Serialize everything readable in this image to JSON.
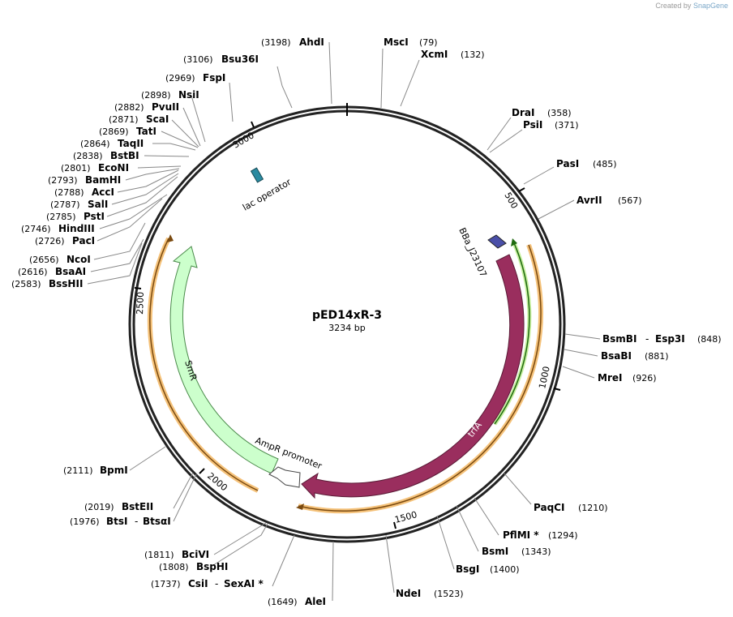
{
  "app": {
    "credit_prefix": "Created by",
    "credit_brand": "SnapGene"
  },
  "plasmid": {
    "name": "pED14xR-3",
    "length_label": "3234 bp",
    "length": 3234
  },
  "ticks": [
    "500",
    "1000",
    "1500",
    "2000",
    "2500",
    "3000"
  ],
  "features": [
    {
      "name": "lac operator",
      "color": "#2b8aa0"
    },
    {
      "name": "BBa_J23107",
      "color": "#4a4fa8"
    },
    {
      "name": "trfA",
      "color": "#9a2e5e"
    },
    {
      "name": "AmpR promoter",
      "color": "#ffffff"
    },
    {
      "name": "SmR",
      "color": "#ccffcc"
    }
  ],
  "orf_color": "#f5a623",
  "sites": [
    {
      "name": "MscI",
      "pos": "(79)"
    },
    {
      "name": "XcmI",
      "pos": "(132)"
    },
    {
      "name": "DraI",
      "pos": "(358)"
    },
    {
      "name": "PsiI",
      "pos": "(371)"
    },
    {
      "name": "PasI",
      "pos": "(485)"
    },
    {
      "name": "AvrII",
      "pos": "(567)"
    },
    {
      "name": "BsmBI",
      "name2": "Esp3I",
      "pos": "(848)"
    },
    {
      "name": "BsaBI",
      "pos": "(881)"
    },
    {
      "name": "MreI",
      "pos": "(926)"
    },
    {
      "name": "PaqCI",
      "pos": "(1210)"
    },
    {
      "name": "PflMI *",
      "pos": "(1294)"
    },
    {
      "name": "BsmI",
      "pos": "(1343)"
    },
    {
      "name": "BsgI",
      "pos": "(1400)"
    },
    {
      "name": "NdeI",
      "pos": "(1523)"
    },
    {
      "name": "AleI",
      "pos": "(1649)"
    },
    {
      "name": "CsiI",
      "name2": "SexAI *",
      "pos": "(1737)"
    },
    {
      "name": "BspHI",
      "pos": "(1808)"
    },
    {
      "name": "BciVI",
      "pos": "(1811)"
    },
    {
      "name": "BtsI",
      "name2": "BtsαI",
      "pos": "(1976)"
    },
    {
      "name": "BstEII",
      "pos": "(2019)"
    },
    {
      "name": "BpmI",
      "pos": "(2111)"
    },
    {
      "name": "BssHII",
      "pos": "(2583)"
    },
    {
      "name": "BsaAI",
      "pos": "(2616)"
    },
    {
      "name": "NcoI",
      "pos": "(2656)"
    },
    {
      "name": "PacI",
      "pos": "(2726)"
    },
    {
      "name": "HindIII",
      "pos": "(2746)"
    },
    {
      "name": "PstI",
      "pos": "(2785)"
    },
    {
      "name": "SalI",
      "pos": "(2787)"
    },
    {
      "name": "AccI",
      "pos": "(2788)"
    },
    {
      "name": "BamHI",
      "pos": "(2793)"
    },
    {
      "name": "EcoNI",
      "pos": "(2801)"
    },
    {
      "name": "BstBI",
      "pos": "(2838)"
    },
    {
      "name": "TaqII",
      "pos": "(2864)"
    },
    {
      "name": "TatI",
      "pos": "(2869)"
    },
    {
      "name": "ScaI",
      "pos": "(2871)"
    },
    {
      "name": "PvuII",
      "pos": "(2882)"
    },
    {
      "name": "NsiI",
      "pos": "(2898)"
    },
    {
      "name": "FspI",
      "pos": "(2969)"
    },
    {
      "name": "Bsu36I",
      "pos": "(3106)"
    },
    {
      "name": "AhdI",
      "pos": "(3198)"
    }
  ]
}
